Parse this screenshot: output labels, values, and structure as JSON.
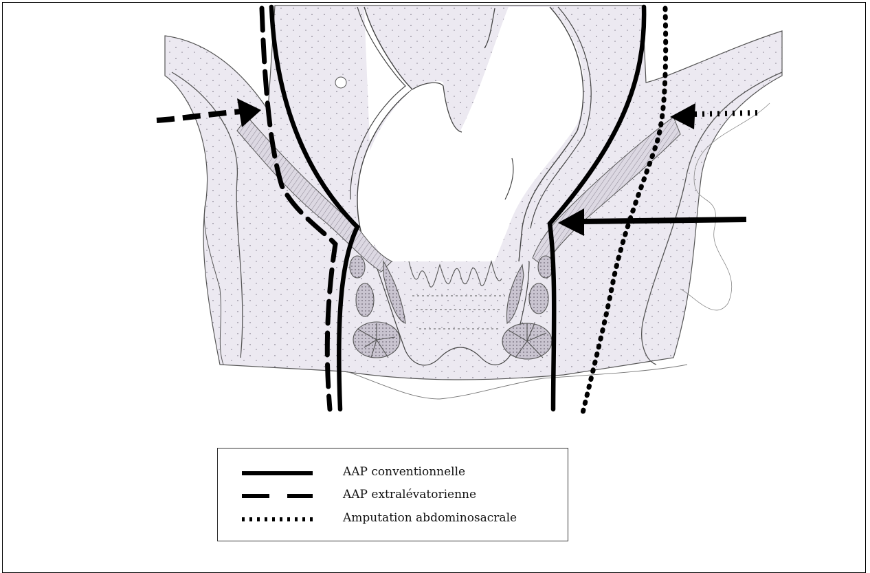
{
  "legend": {
    "items": [
      {
        "label": "AAP conventionnelle",
        "line_style": "solid"
      },
      {
        "label": "AAP extralévatorienne",
        "line_style": "dashed"
      },
      {
        "label": "Amputation abdominosacrale",
        "line_style": "dotted"
      }
    ]
  },
  "colors": {
    "tissue_fill": "#ece9f1",
    "tissue_dots": "#8a8492",
    "outline": "#444444",
    "muscle_fill": "#cfcbd6",
    "ink": "#000000"
  }
}
